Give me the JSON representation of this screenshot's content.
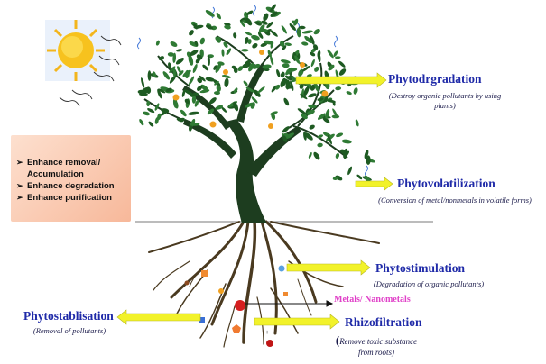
{
  "benefits": {
    "items": [
      "Enhance removal/",
      "Accumulation",
      "Enhance degradation",
      "Enhance purification"
    ]
  },
  "processes": {
    "phytodegradation": {
      "title": "Phytodrgradation",
      "desc_line1": "(Destroy organic pollutants by using",
      "desc_line2": "plants)"
    },
    "phytovolatilization": {
      "title": "Phytovolatilization",
      "desc": "(Conversion of metal/nonmetals in volatile forms)"
    },
    "phytostimulation": {
      "title": "Phytostimulation",
      "desc": "(Degradation of organic pollutants)"
    },
    "metals": {
      "label": "Metals/ Nanometals"
    },
    "rhizofiltration": {
      "title": "Rhizofiltration",
      "desc_paren": "(",
      "desc_line1": "Remove toxic substance",
      "desc_line2": "from roots)"
    },
    "phytostabilisation": {
      "title": "Phytostablisation",
      "desc": "(Removal of pollutants)"
    }
  },
  "colors": {
    "title_blue": "#1f2aa8",
    "arrow_yellow": "#f2f22a",
    "tree_green": "#1e5a22",
    "root_brown": "#4a3a20",
    "metals_pink": "#e040c8",
    "box_peach": "#f7b89a"
  }
}
